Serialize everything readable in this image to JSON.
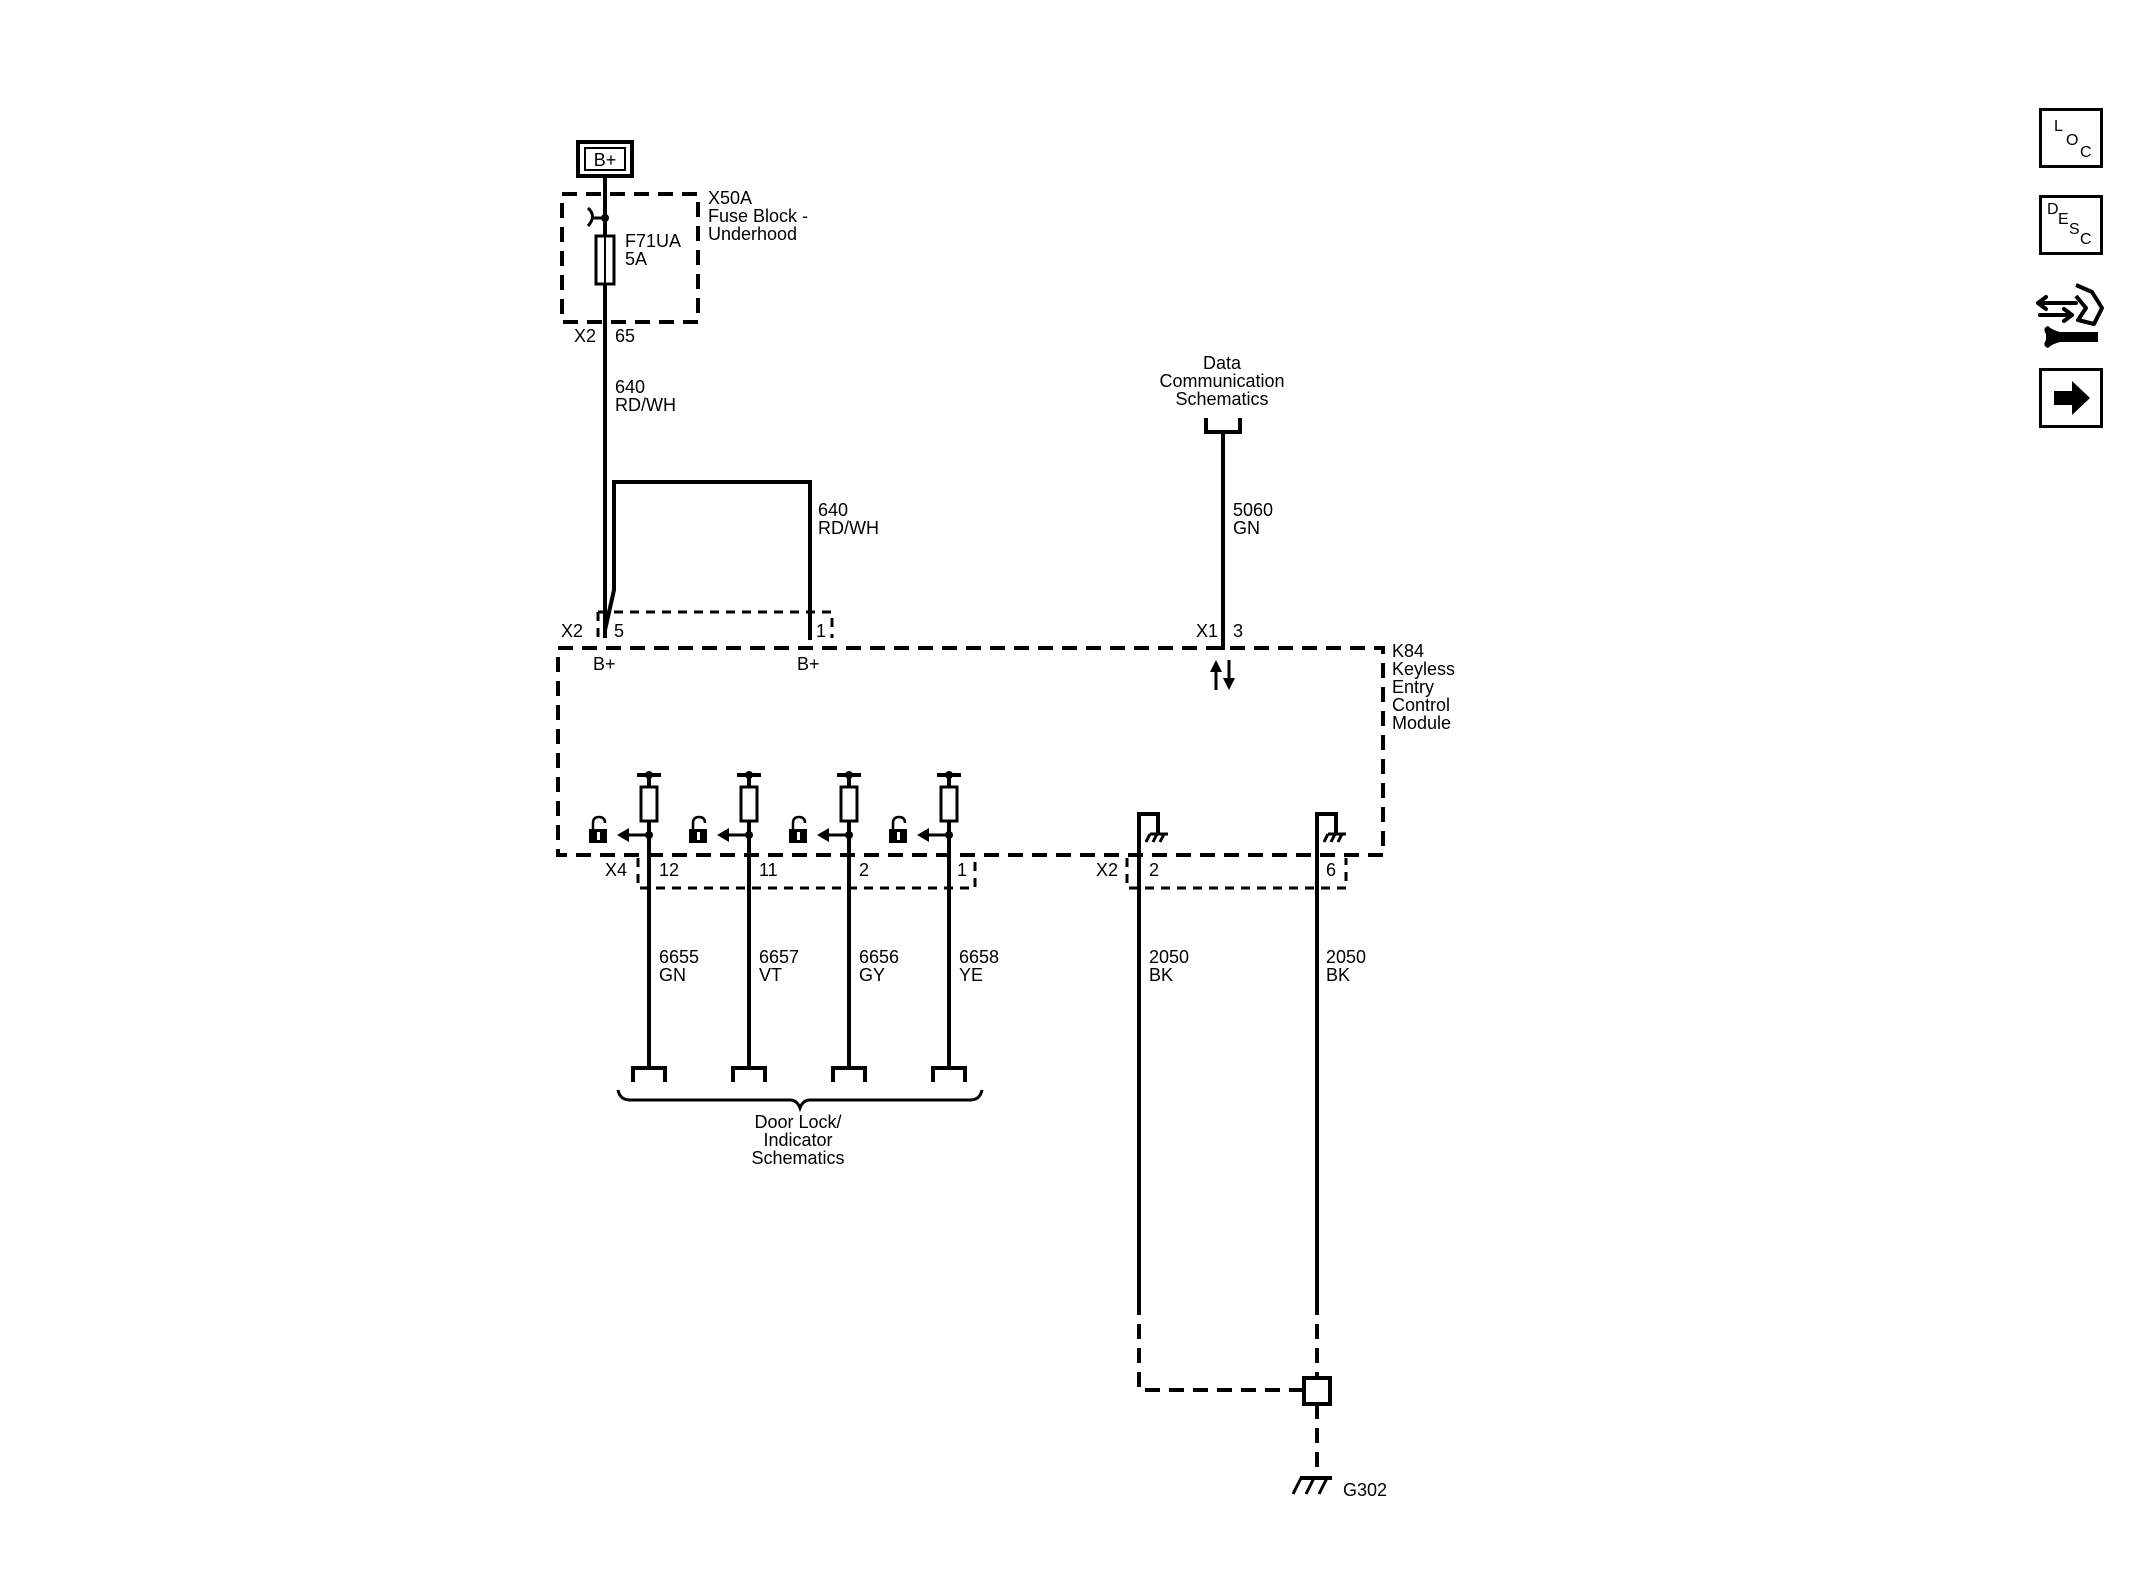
{
  "battery": {
    "label": "B+"
  },
  "fuse_block": {
    "id": "X50A",
    "name_line1": "Fuse Block -",
    "name_line2": "Underhood",
    "fuse_id": "F71UA",
    "fuse_rating": "5A",
    "connector": "X2",
    "pin": "65"
  },
  "wires": {
    "feed": {
      "circuit": "640",
      "color": "RD/WH"
    },
    "jumper": {
      "circuit": "640",
      "color": "RD/WH"
    },
    "data": {
      "circuit": "5060",
      "color": "GN"
    }
  },
  "data_comm": {
    "line1": "Data",
    "line2": "Communication",
    "line3": "Schematics"
  },
  "module": {
    "id": "K84",
    "line1": "Keyless",
    "line2": "Entry",
    "line3": "Control",
    "line4": "Module",
    "x2_connector": "X2",
    "pin_5": "5",
    "pin_1": "1",
    "bplus_a": "B+",
    "bplus_b": "B+",
    "x1_connector": "X1",
    "pin_3": "3"
  },
  "lock_outputs": {
    "connector": "X4",
    "pins": [
      {
        "pin": "12",
        "circuit": "6655",
        "color": "GN"
      },
      {
        "pin": "11",
        "circuit": "6657",
        "color": "VT"
      },
      {
        "pin": "2",
        "circuit": "6656",
        "color": "GY"
      },
      {
        "pin": "1",
        "circuit": "6658",
        "color": "YE"
      }
    ]
  },
  "door_lock": {
    "line1": "Door Lock/",
    "line2": "Indicator",
    "line3": "Schematics"
  },
  "grounds": {
    "connector": "X2",
    "pins": [
      {
        "pin": "2",
        "circuit": "2050",
        "color": "BK"
      },
      {
        "pin": "6",
        "circuit": "2050",
        "color": "BK"
      }
    ],
    "ground_id": "G302"
  },
  "nav": {
    "loc": {
      "l": "L",
      "o": "O",
      "c": "C"
    },
    "desc": {
      "d": "D",
      "e": "E",
      "s": "S",
      "c": "C"
    },
    "tool_icon": "connector-wrench-icon",
    "next_icon": "right-arrow-icon"
  }
}
